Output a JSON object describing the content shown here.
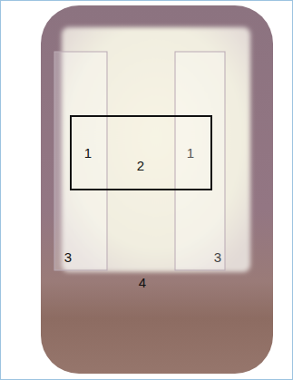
{
  "diagram": {
    "labels": [
      "1",
      "2",
      "1",
      "3",
      "3",
      "4"
    ]
  }
}
